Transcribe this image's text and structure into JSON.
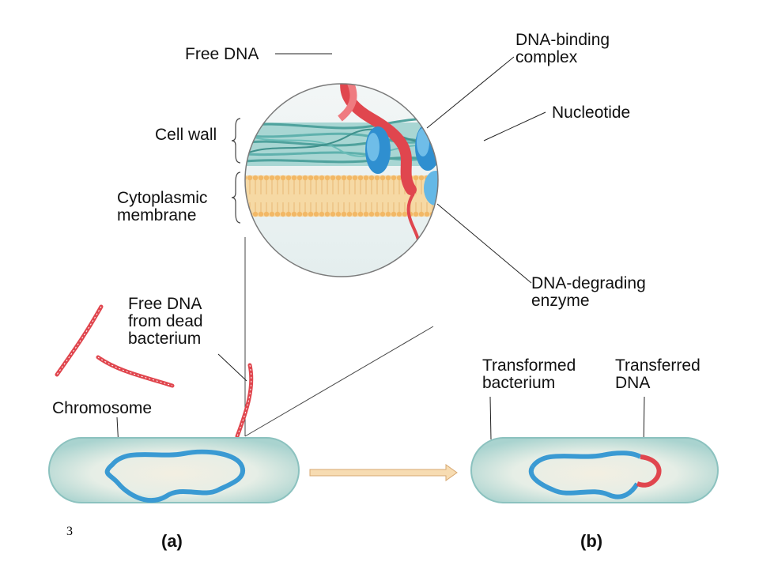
{
  "labels": {
    "free_dna": "Free DNA",
    "dna_binding_complex": "DNA-binding\ncomplex",
    "nucleotide": "Nucleotide",
    "cell_wall": "Cell wall",
    "cytoplasmic_membrane": "Cytoplasmic\nmembrane",
    "dna_degrading_enzyme": "DNA-degrading\nenzyme",
    "free_dna_dead": "Free DNA\nfrom dead\nbacterium",
    "chromosome": "Chromosome",
    "transformed_bacterium": "Transformed\nbacterium",
    "transferred_dna": "Transferred\nDNA"
  },
  "panels": {
    "a": "(a)",
    "b": "(b)"
  },
  "page_number": "3",
  "colors": {
    "dna_red": "#e0464e",
    "chromosome_blue": "#3a9ad3",
    "cell_wall_teal": "#5fb1ad",
    "membrane_orange": "#f2c07e",
    "protein_blue": "#2f8fd0",
    "cell_body": "#c9e2dd",
    "arrow_fill": "#f7dcb2"
  }
}
